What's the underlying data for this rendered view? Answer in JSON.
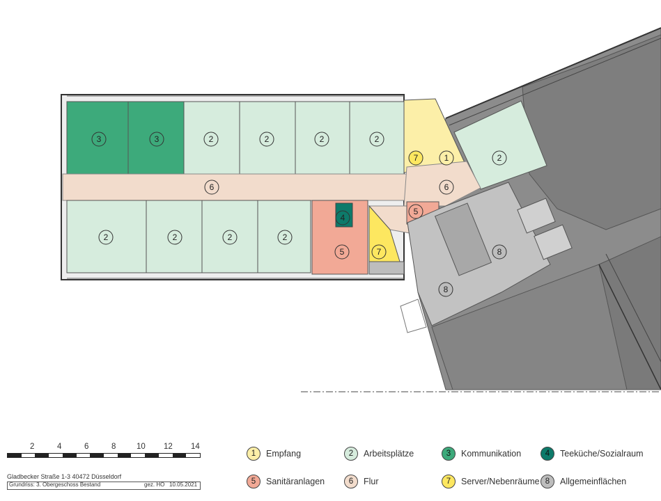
{
  "plan": {
    "rooms": [
      {
        "id": "r-komm-1",
        "category": 3,
        "label": "3"
      },
      {
        "id": "r-komm-2",
        "category": 3,
        "label": "3"
      },
      {
        "id": "r-ap-n1",
        "category": 2,
        "label": "2"
      },
      {
        "id": "r-ap-n2",
        "category": 2,
        "label": "2"
      },
      {
        "id": "r-ap-n3",
        "category": 2,
        "label": "2"
      },
      {
        "id": "r-ap-n4",
        "category": 2,
        "label": "2"
      },
      {
        "id": "r-empfang-server",
        "category": 7,
        "label": "7"
      },
      {
        "id": "r-empfang",
        "category": 1,
        "label": "1"
      },
      {
        "id": "r-ap-ne",
        "category": 2,
        "label": "2"
      },
      {
        "id": "r-flur-w",
        "category": 6,
        "label": "6"
      },
      {
        "id": "r-flur-e",
        "category": 6,
        "label": "6"
      },
      {
        "id": "r-ap-s1",
        "category": 2,
        "label": "2"
      },
      {
        "id": "r-ap-s2",
        "category": 2,
        "label": "2"
      },
      {
        "id": "r-ap-s3",
        "category": 2,
        "label": "2"
      },
      {
        "id": "r-ap-s4",
        "category": 2,
        "label": "2"
      },
      {
        "id": "r-kueche",
        "category": 4,
        "label": "4"
      },
      {
        "id": "r-san-1",
        "category": 5,
        "label": "5"
      },
      {
        "id": "r-san-2",
        "category": 5,
        "label": "5"
      },
      {
        "id": "r-server-s",
        "category": 7,
        "label": "7"
      },
      {
        "id": "r-allg-1",
        "category": 8,
        "label": "8"
      },
      {
        "id": "r-allg-2",
        "category": 8,
        "label": "8"
      }
    ]
  },
  "legend": {
    "items": [
      {
        "num": "1",
        "label": "Empfang",
        "color": "#fcefa8"
      },
      {
        "num": "2",
        "label": "Arbeitsplätze",
        "color": "#d6ecdd"
      },
      {
        "num": "3",
        "label": "Kommunikation",
        "color": "#3daa7b"
      },
      {
        "num": "4",
        "label": "Teeküche/Sozialraum",
        "color": "#0d7a6a"
      },
      {
        "num": "5",
        "label": "Sanitäranlagen",
        "color": "#f2a996"
      },
      {
        "num": "6",
        "label": "Flur",
        "color": "#f2dccc"
      },
      {
        "num": "7",
        "label": "Server/Nebenräume",
        "color": "#fde760"
      },
      {
        "num": "8",
        "label": "Allgemeinflächen",
        "color": "#bdbdbd"
      }
    ]
  },
  "scale": {
    "ticks": [
      "2",
      "4",
      "6",
      "8",
      "10",
      "12",
      "14"
    ]
  },
  "info": {
    "address": "Gladbecker Straße 1-3  40472 Düsseldorf",
    "plan_desc": "Grundriss: 3. Obergeschoss  Bestand",
    "signed": "gez. HÖ",
    "date": "10.05.2021"
  }
}
